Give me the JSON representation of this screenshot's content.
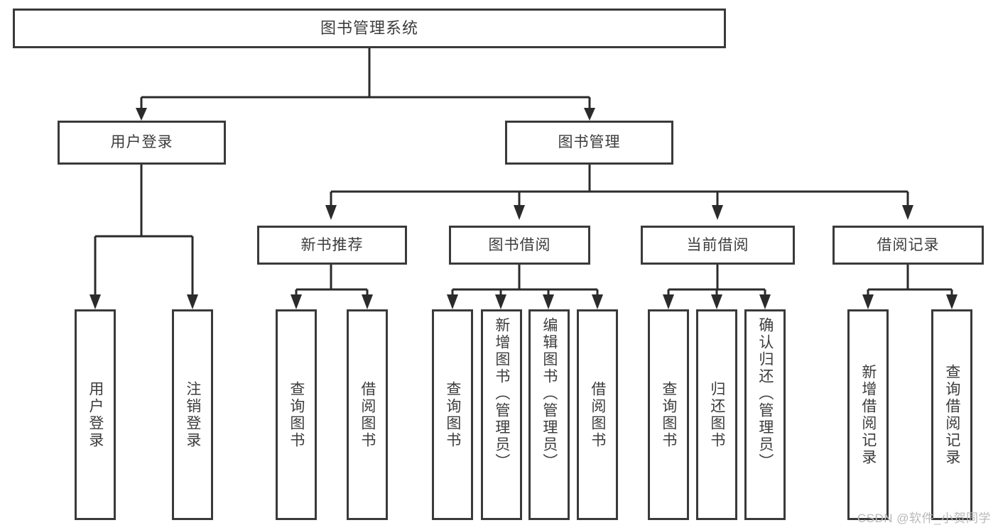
{
  "diagram": {
    "type": "tree",
    "title": "图书管理系统",
    "colors": {
      "box_border": "#3a3a3a",
      "connector": "#2b2b2b",
      "text": "#3c3c3c",
      "background": "#ffffff",
      "watermark": "#b9b9b9"
    },
    "nodes": {
      "root": {
        "label": "图书管理系统"
      },
      "level2": [
        {
          "id": "user-login",
          "label": "用户登录"
        },
        {
          "id": "book-management",
          "label": "图书管理"
        }
      ],
      "level3": [
        {
          "id": "new-book-recommend",
          "label": "新书推荐"
        },
        {
          "id": "book-borrow",
          "label": "图书借阅"
        },
        {
          "id": "current-borrow",
          "label": "当前借阅"
        },
        {
          "id": "borrow-record",
          "label": "借阅记录"
        }
      ],
      "leaves": [
        {
          "id": "leaf-user-login",
          "parent": "user-login",
          "label": "用户登录"
        },
        {
          "id": "leaf-logout",
          "parent": "user-login",
          "label": "注销登录"
        },
        {
          "id": "leaf-query-book-1",
          "parent": "new-book-recommend",
          "label": "查询图书"
        },
        {
          "id": "leaf-borrow-book-1",
          "parent": "new-book-recommend",
          "label": "借阅图书"
        },
        {
          "id": "leaf-query-book-2",
          "parent": "book-borrow",
          "label": "查询图书"
        },
        {
          "id": "leaf-add-book",
          "parent": "book-borrow",
          "label": "新增图书（管理员）"
        },
        {
          "id": "leaf-edit-book",
          "parent": "book-borrow",
          "label": "编辑图书（管理员）"
        },
        {
          "id": "leaf-borrow-book-2",
          "parent": "book-borrow",
          "label": "借阅图书"
        },
        {
          "id": "leaf-query-book-3",
          "parent": "current-borrow",
          "label": "查询图书"
        },
        {
          "id": "leaf-return-book",
          "parent": "current-borrow",
          "label": "归还图书"
        },
        {
          "id": "leaf-confirm-return",
          "parent": "current-borrow",
          "label": "确认归还（管理员）"
        },
        {
          "id": "leaf-add-record",
          "parent": "borrow-record",
          "label": "新增借阅记录"
        },
        {
          "id": "leaf-query-record",
          "parent": "borrow-record",
          "label": "查询借阅记录"
        }
      ]
    }
  },
  "watermark": {
    "text": "CSDN @软件_小贺同学"
  }
}
